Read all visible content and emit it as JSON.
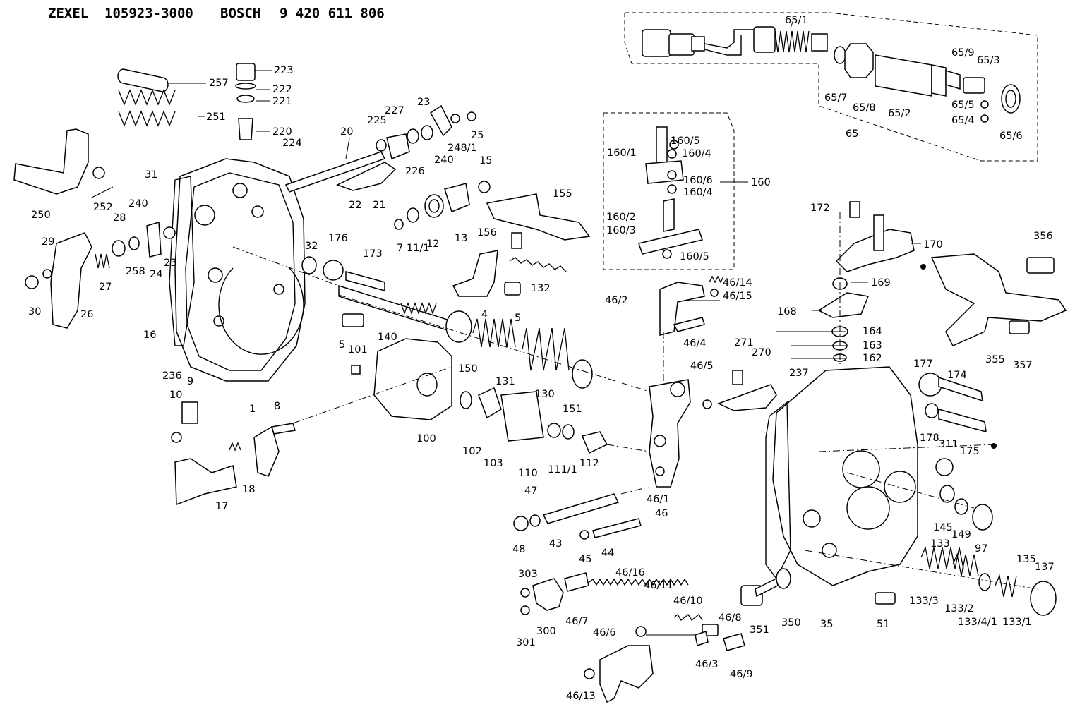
{
  "header": {
    "brand1": "ZEXEL",
    "part1": "105923-3000",
    "brand2": "BOSCH",
    "part2": "9 420 611 806"
  },
  "labels": {
    "l65_1": "65/1",
    "l65_9": "65/9",
    "l65_3": "65/3",
    "l65_7": "65/7",
    "l65_8": "65/8",
    "l65_2": "65/2",
    "l65_5": "65/5",
    "l65_4": "65/4",
    "l65_6": "65/6",
    "l65": "65",
    "l223": "223",
    "l257": "257",
    "l222": "222",
    "l221": "221",
    "l251": "251",
    "l220": "220",
    "l224": "224",
    "l20": "20",
    "l225": "225",
    "l227": "227",
    "l23a": "23",
    "l25": "25",
    "l248_1": "248/1",
    "l240": "240",
    "l226": "226",
    "l31": "31",
    "l250": "250",
    "l252": "252",
    "l22": "22",
    "l21": "21",
    "l15": "15",
    "l160_5a": "160/5",
    "l160_1": "160/1",
    "l160_4a": "160/4",
    "l160_6": "160/6",
    "l160_4b": "160/4",
    "l160": "160",
    "l160_2": "160/2",
    "l160_3": "160/3",
    "l160_5b": "160/5",
    "l155": "155",
    "l156": "156",
    "l13": "13",
    "l12": "12",
    "l11_1a": "11/1",
    "l7": "7",
    "l240b": "240",
    "l28": "28",
    "l29": "29",
    "l27": "27",
    "l258": "258",
    "l24": "24",
    "l23b": "23",
    "l26": "26",
    "l30": "30",
    "l176": "176",
    "l173": "173",
    "l32": "32",
    "l16": "16",
    "l132": "132",
    "l4": "4",
    "l5a": "5",
    "l172": "172",
    "l170": "170",
    "l356": "356",
    "l169": "169",
    "l168": "168",
    "l46_14": "46/14",
    "l46_15": "46/15",
    "l46_2": "46/2",
    "l46_4": "46/4",
    "l140": "140",
    "l5b": "5",
    "l101": "101",
    "l150": "150",
    "l131": "131",
    "l130": "130",
    "l151": "151",
    "l164": "164",
    "l163": "163",
    "l162": "162",
    "l355": "355",
    "l357": "357",
    "l271": "271",
    "l270": "270",
    "l46_5": "46/5",
    "l237": "237",
    "l177": "177",
    "l174": "174",
    "l236": "236",
    "l9": "9",
    "l10": "10",
    "l1": "1",
    "l8": "8",
    "l100": "100",
    "l102": "102",
    "l103": "103",
    "l110": "110",
    "l111_1b": "111/1",
    "l112": "112",
    "l178": "178",
    "l311": "311",
    "l175": "175",
    "l18": "18",
    "l17": "17",
    "l46_1": "46/1",
    "l46": "46",
    "l47": "47",
    "l48": "48",
    "l43": "43",
    "l145": "145",
    "l149": "149",
    "l97": "97",
    "l44": "44",
    "l45": "45",
    "l133": "133",
    "l135": "135",
    "l137": "137",
    "l303": "303",
    "l46_16": "46/16",
    "l46_11": "46/11",
    "l46_10": "46/10",
    "l300": "300",
    "l46_7": "46/7",
    "l301": "301",
    "l351": "351",
    "l350": "350",
    "l35": "35",
    "l51": "51",
    "l133_3": "133/3",
    "l133_2": "133/2",
    "l133_4_1": "133/4/1",
    "l133_1": "133/1",
    "l46_8": "46/8",
    "l46_6": "46/6",
    "l46_3": "46/3",
    "l46_9": "46/9",
    "l46_13": "46/13"
  }
}
